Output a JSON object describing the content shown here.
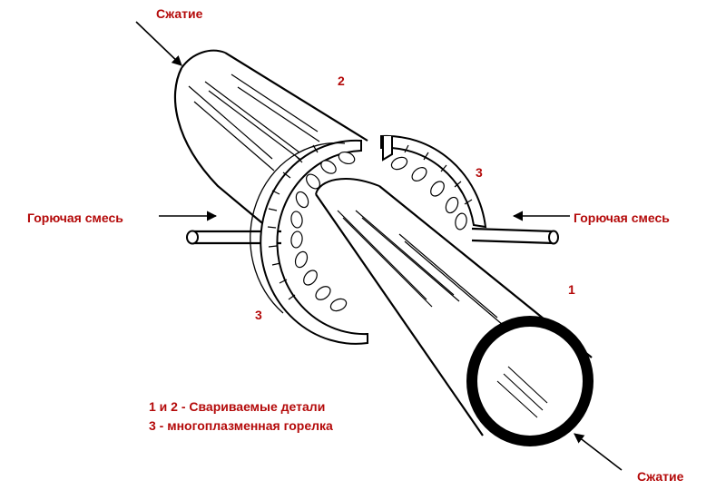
{
  "labels": {
    "compression_top": "Сжатие",
    "compression_bottom": "Сжатие",
    "fuel_left": "Горючая смесь",
    "fuel_right": "Горючая смесь",
    "part_1": "1",
    "part_2": "2",
    "torch_upper": "3",
    "torch_lower": "3"
  },
  "legend": {
    "line1": "1 и 2 - Свариваемые детали",
    "line2": "3 - многоплазменная горелка"
  },
  "colors": {
    "label_red": "#b40a0a",
    "ink": "#000000"
  }
}
